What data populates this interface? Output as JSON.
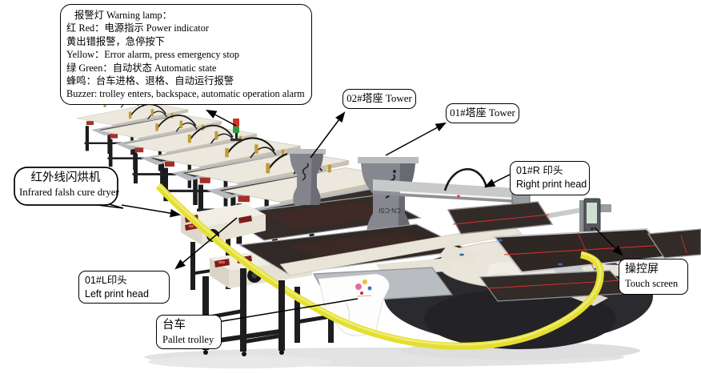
{
  "annotation_labels": {
    "warning": {
      "lines": [
        "报警灯 Warning lamp：",
        "红 Red：电源指示 Power indicator",
        "黄出错报警，急停按下",
        "Yellow：Error alarm, press emergency stop",
        "绿 Green：自动状态 Automatic state",
        "蜂鸣：台车进格、退格、自动运行报警",
        "Buzzer: trolley enters, backspace, automatic operation alarm"
      ]
    },
    "tower02": {
      "text": "02#塔座 Tower"
    },
    "tower01": {
      "text": "01#塔座 Tower"
    },
    "right_print_head": {
      "line1": "01#R 印头",
      "line2": "Right print head"
    },
    "infrared_dryer": {
      "line1": "红外线闪烘机",
      "line2": "Infrared falsh cure dryer"
    },
    "left_print_head": {
      "line1": "01#L印头",
      "line2": "Left print head"
    },
    "pallet_trolley": {
      "line1": "台车",
      "line2": "Pallet trolley"
    },
    "touch_screen": {
      "line1": "操控屏",
      "line2": "Touch screen"
    }
  },
  "machine": {
    "brand_logo_text": "CN-CSI",
    "colors": {
      "safety_rail_yellow": "#e4df30",
      "warning_lamp_red": "#d23028",
      "warning_lamp_green": "#2f9e44",
      "body_cream": "#ece8dd",
      "platen_dark": "#332b27",
      "laser_red": "#e23030"
    }
  }
}
